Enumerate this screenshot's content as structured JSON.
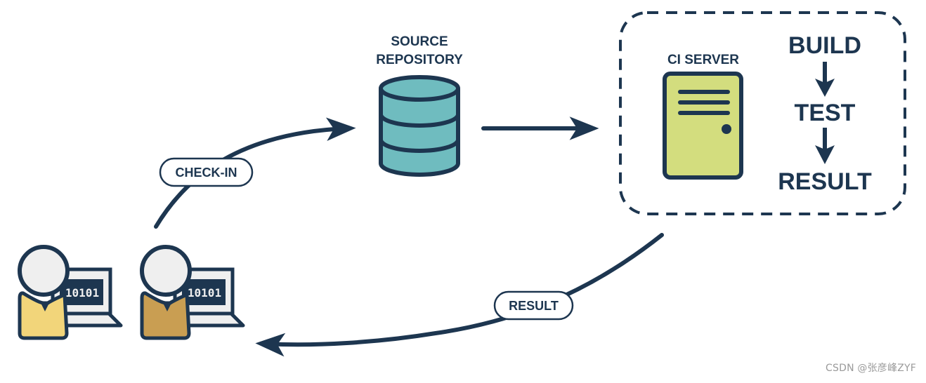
{
  "diagram": {
    "title": "Continuous Integration workflow",
    "colors": {
      "ink": "#1d3650",
      "repository_fill": "#6fbcbf",
      "server_fill": "#d3dd7e",
      "developer1_shirt": "#f2d57a",
      "developer2_shirt": "#c99e52",
      "head_fill": "#efefef",
      "screen_bg": "#1d3650",
      "laptop_fill": "#efefef"
    },
    "developers": [
      {
        "id": "developer-1",
        "screen_text": "10101"
      },
      {
        "id": "developer-2",
        "screen_text": "10101"
      }
    ],
    "repository": {
      "label_line1": "SOURCE",
      "label_line2": "REPOSITORY"
    },
    "ci_server": {
      "label": "CI SERVER",
      "pipeline": [
        "BUILD",
        "TEST",
        "RESULT"
      ]
    },
    "edges": [
      {
        "from": "developers",
        "to": "repository",
        "label": "CHECK-IN"
      },
      {
        "from": "repository",
        "to": "ci_server",
        "label": ""
      },
      {
        "from": "ci_server",
        "to": "developers",
        "label": "RESULT"
      }
    ]
  },
  "watermark": "CSDN @张彦峰ZYF"
}
